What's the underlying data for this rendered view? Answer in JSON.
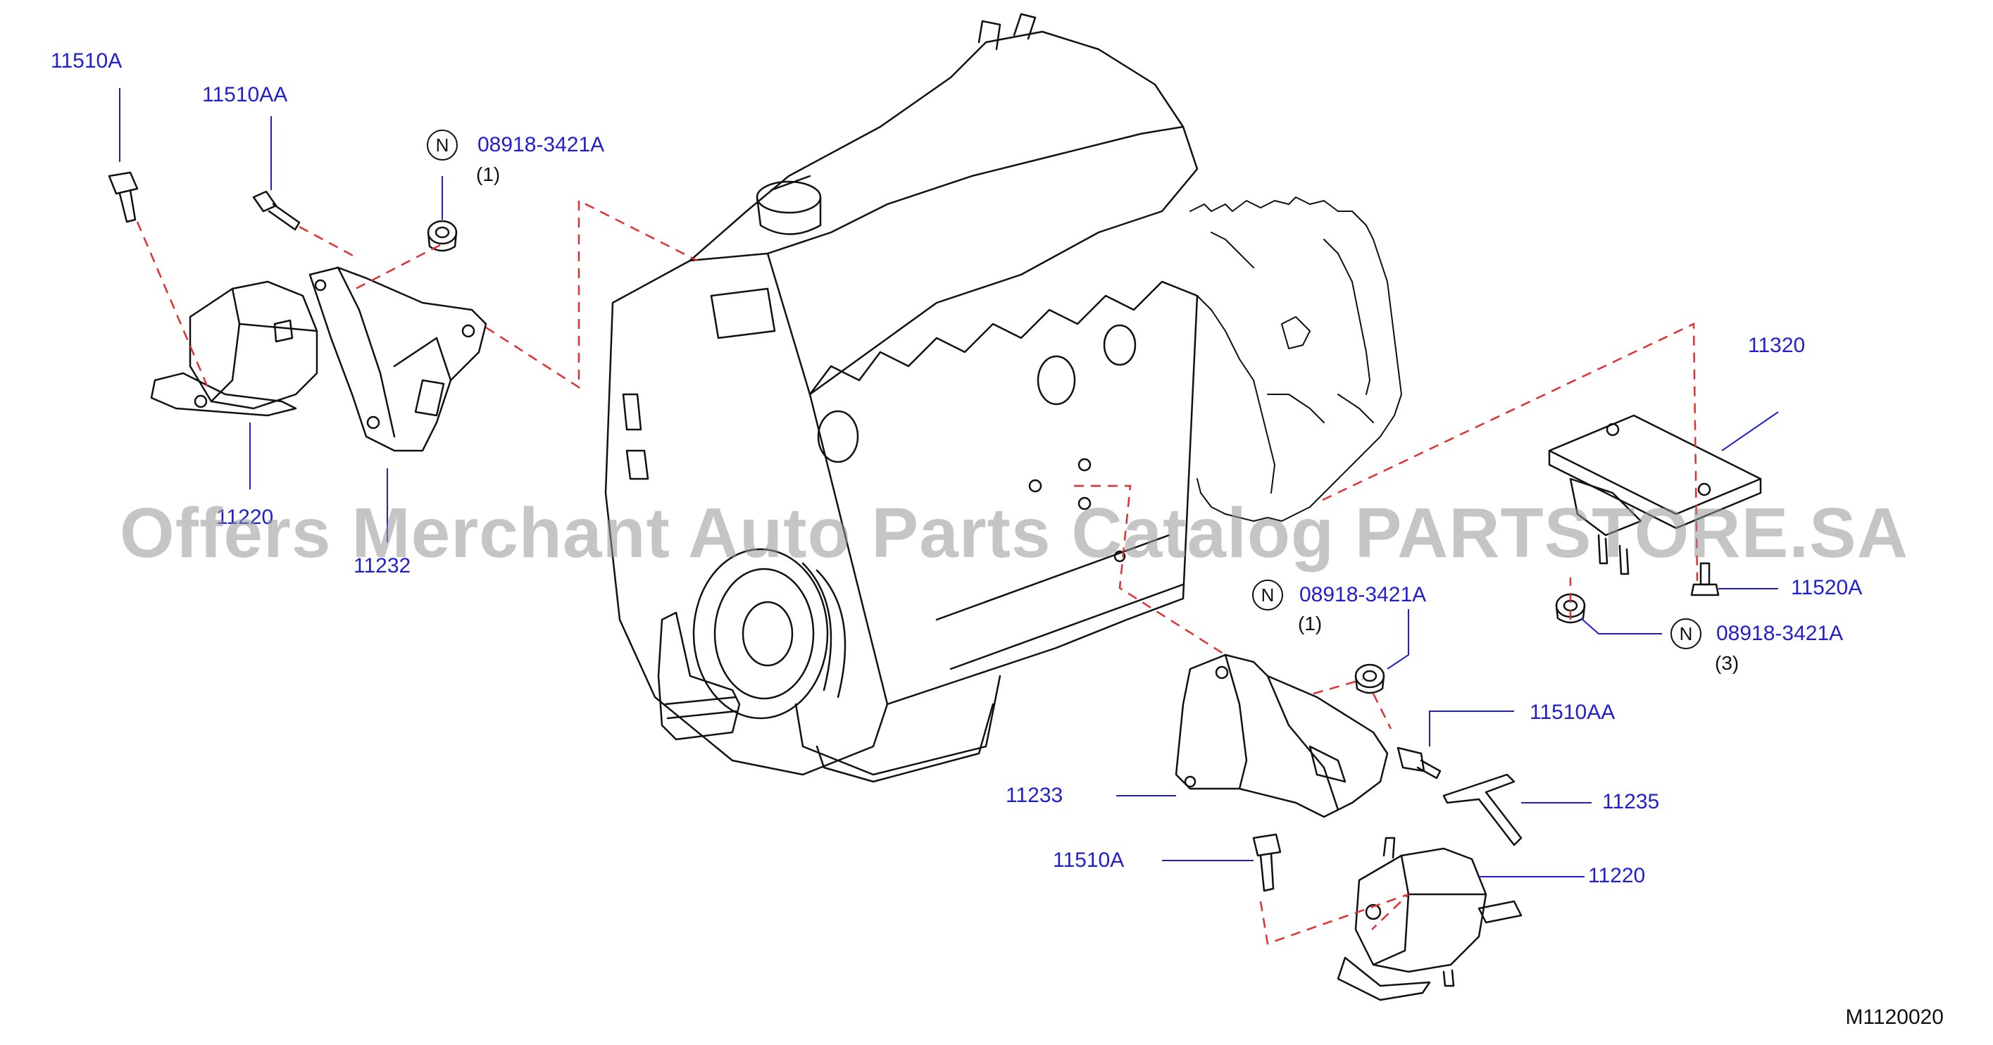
{
  "labels": {
    "l_11510A_top": "11510A",
    "l_11510AA_top": "11510AA",
    "l_08918_top": "08918-3421A",
    "l_08918_top_qty": "(1)",
    "l_11220_left": "11220",
    "l_11232": "11232",
    "l_11320": "11320",
    "l_08918_mid": "08918-3421A",
    "l_08918_mid_qty": "(1)",
    "l_11520A": "11520A",
    "l_08918_right": "08918-3421A",
    "l_08918_right_qty": "(3)",
    "l_11510AA_bottom": "11510AA",
    "l_11235": "11235",
    "l_11233": "11233",
    "l_11510A_bottom": "11510A",
    "l_11220_bottom": "11220"
  },
  "badge_letter": "N",
  "watermark": "Offers Merchant Auto Parts Catalog PARTSTORE.SA",
  "diagram_code": "M1120020",
  "colors": {
    "label_blue": "#1f1fd0",
    "leader_red": "#e03030",
    "line": "#111111"
  },
  "icons": [
    "engine-illustration",
    "transmission-illustration",
    "bolt-icon",
    "nut-icon",
    "mount-bracket-icon",
    "insulator-icon"
  ]
}
